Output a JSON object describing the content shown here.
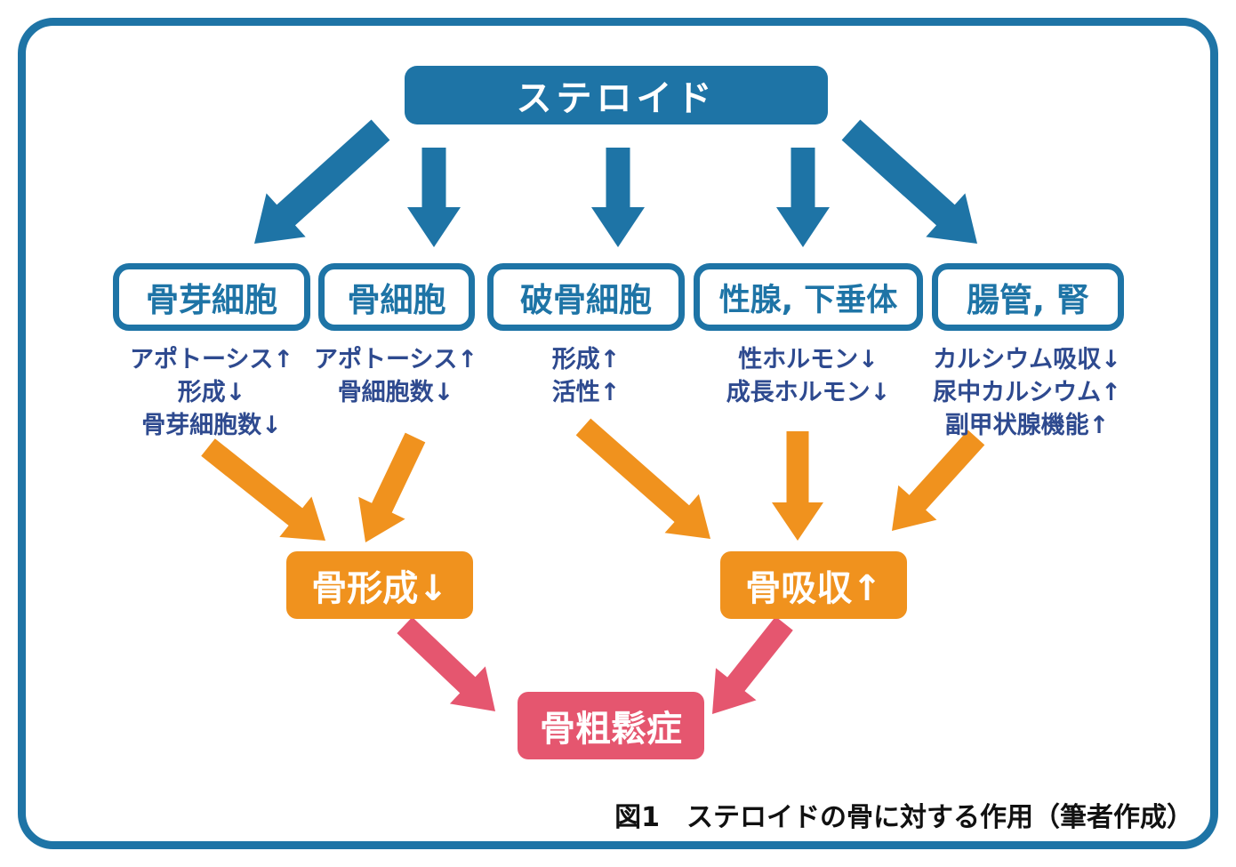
{
  "figure": {
    "caption": "図1　ステロイドの骨に対する作用（筆者作成）"
  },
  "root": {
    "label": "ステロイド"
  },
  "organs": [
    {
      "label": "骨芽細胞",
      "effects": [
        "アポトーシス↑",
        "形成↓",
        "骨芽細胞数↓"
      ]
    },
    {
      "label": "骨細胞",
      "effects": [
        "アポトーシス↑",
        "骨細胞数↓"
      ]
    },
    {
      "label": "破骨細胞",
      "effects": [
        "形成↑",
        "活性↑"
      ]
    },
    {
      "label": "性腺, 下垂体",
      "effects": [
        "性ホルモン↓",
        "成長ホルモン↓"
      ]
    },
    {
      "label": "腸管, 腎",
      "effects": [
        "カルシウム吸収↓",
        "尿中カルシウム↑",
        "副甲状腺機能↑"
      ]
    }
  ],
  "outcomes": [
    {
      "label": "骨形成↓"
    },
    {
      "label": "骨吸収↑"
    }
  ],
  "final_outcome": {
    "label": "骨粗鬆症"
  },
  "colors": {
    "blue": "#1e74a6",
    "navy": "#2e4a8f",
    "orange": "#f0921e",
    "pink": "#e5566f",
    "caption": "#111111",
    "background": "#ffffff"
  }
}
